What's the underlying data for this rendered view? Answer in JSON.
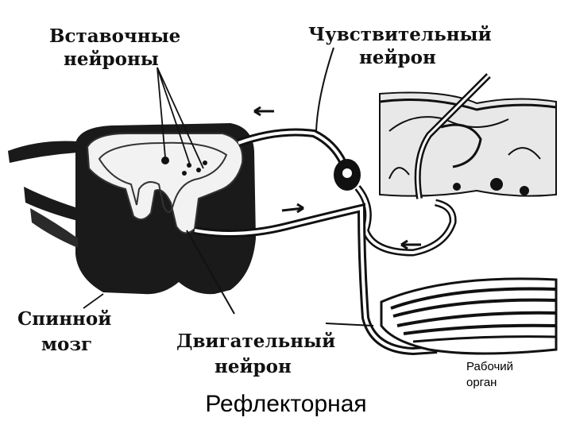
{
  "labels": {
    "interneurons": [
      "Вставочные",
      "нейроны"
    ],
    "sensory_neuron": [
      "Чувствительный",
      "нейрон"
    ],
    "spinal_cord": [
      "Спинной",
      "мозг"
    ],
    "motor_neuron": [
      "Двигательный",
      "нейрон"
    ],
    "working_organ": [
      "Рабочий",
      "орган"
    ]
  },
  "caption": "Рефлекторная"
}
